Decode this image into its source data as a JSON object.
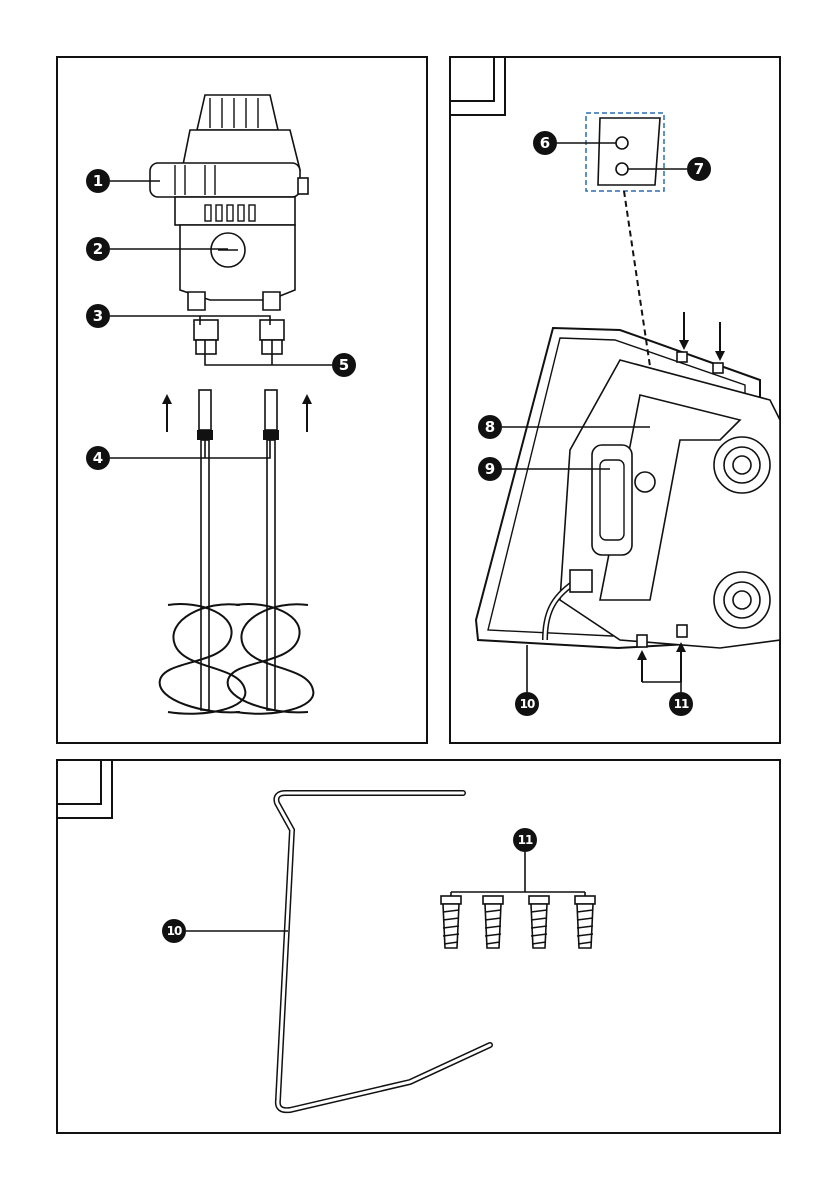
{
  "callouts": {
    "c1": "1",
    "c2": "2",
    "c3": "3",
    "c4": "4",
    "c5": "5",
    "c6": "6",
    "c7": "7",
    "c8": "8",
    "c9": "9",
    "c10a": "10",
    "c11a": "11",
    "c10b": "10",
    "c11b": "11"
  },
  "panels": {
    "panel_a_label": "",
    "panel_b_label": "",
    "panel_c_label": ""
  }
}
